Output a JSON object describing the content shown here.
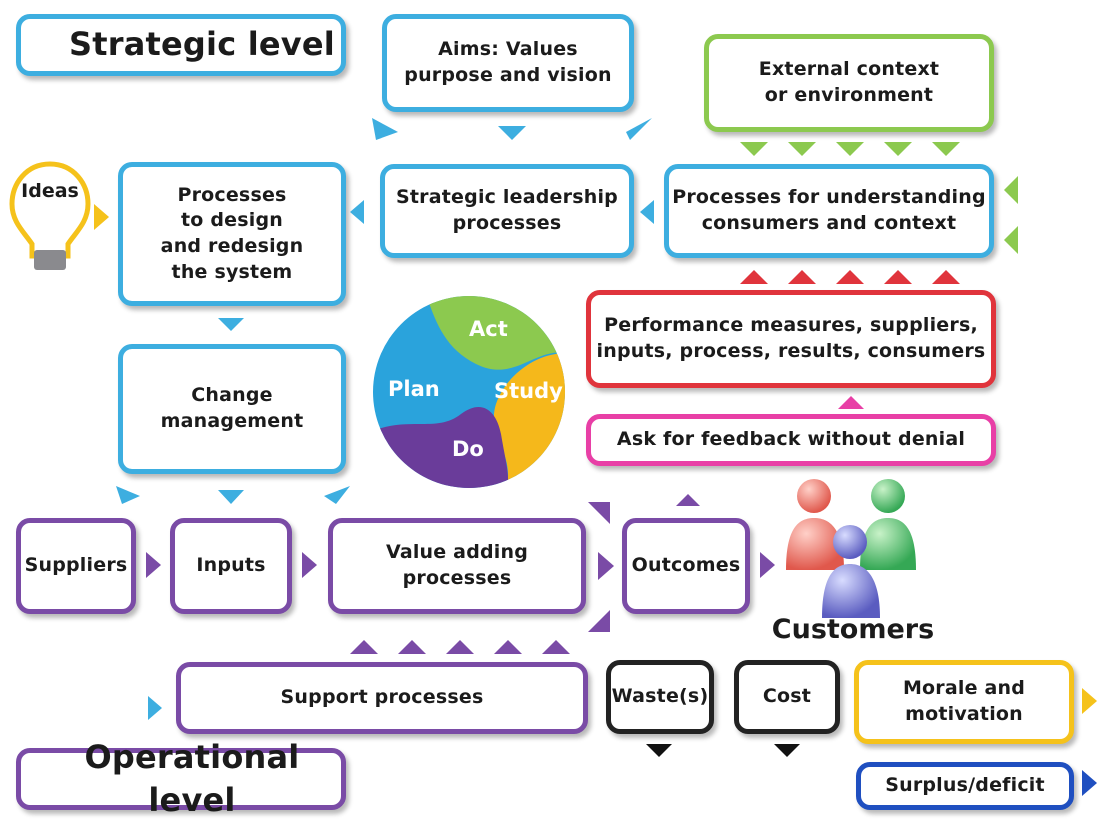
{
  "boxes": {
    "strategic_level": "Strategic level",
    "aims": "Aims: Values\npurpose and vision",
    "external": "External context\nor environment",
    "design": "Processes\nto design\nand redesign\nthe system",
    "leadership": "Strategic leadership\nprocesses",
    "understanding": "Processes for understanding\nconsumers and context",
    "performance": "Performance measures, suppliers,\ninputs, process, results, consumers",
    "feedback": "Ask for feedback without denial",
    "change": "Change\nmanagement",
    "suppliers": "Suppliers",
    "inputs": "Inputs",
    "value_adding": "Value adding\nprocesses",
    "outcomes": "Outcomes",
    "support": "Support processes",
    "wastes": "Waste(s)",
    "cost": "Cost",
    "morale": "Morale and\nmotivation",
    "operational_level": "Operational level",
    "surplus": "Surplus/deficit"
  },
  "ideas_label": "Ideas",
  "customers_label": "Customers",
  "pdsa": {
    "act": "Act",
    "study": "Study",
    "do": "Do",
    "plan": "Plan"
  },
  "colors": {
    "blue": "#3daee0",
    "green": "#8cc94f",
    "red": "#e0343c",
    "pink": "#e83fa6",
    "purple": "#7a4ba6",
    "black": "#222222",
    "yellow": "#f5c21b",
    "navy": "#1f4fc0",
    "act": "#8cc94f",
    "study": "#f5b81b",
    "do": "#6a3c9a",
    "plan": "#2aa3dc"
  },
  "icons": [
    "lightbulb-icon",
    "customers-people-icon",
    "pdsa-cycle-icon"
  ]
}
